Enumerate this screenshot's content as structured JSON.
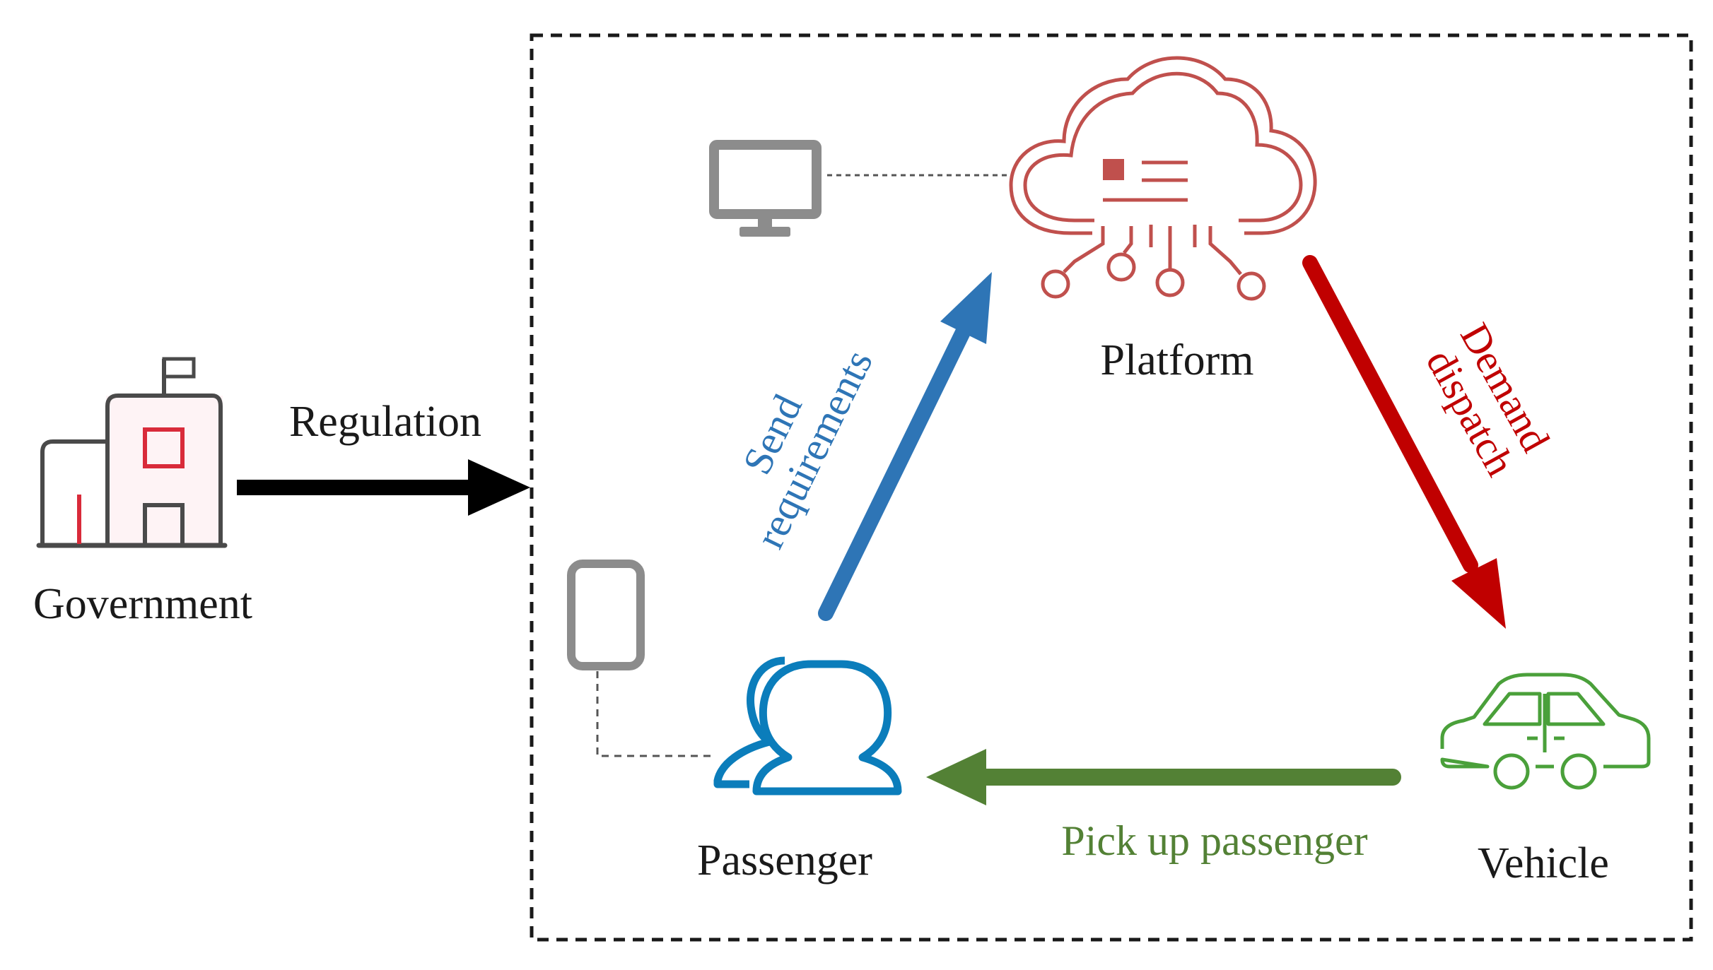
{
  "government": {
    "label": "Government",
    "icon": "government-building-icon"
  },
  "regulation": {
    "label": "Regulation"
  },
  "platform": {
    "label": "Platform",
    "icon": "cloud-platform-icon"
  },
  "passenger": {
    "label": "Passenger",
    "icon": "users-icon"
  },
  "vehicle": {
    "label": "Vehicle",
    "icon": "car-icon"
  },
  "flows": {
    "send_requirements": {
      "line1": "Send",
      "line2": "requirements",
      "color": "#2e75b6"
    },
    "demand_dispatch": {
      "line1": "Demand",
      "line2": "dispatch",
      "color": "#c00000"
    },
    "pick_up": {
      "label": "Pick up passenger",
      "color": "#538135"
    }
  },
  "devices": {
    "computer": "monitor-icon",
    "phone": "smartphone-icon"
  },
  "colors": {
    "platform": "#c0504d",
    "passenger": "#0b7dbb",
    "vehicle": "#4aa03a",
    "device": "#8c8c8c",
    "regulation_arrow": "#000000"
  }
}
